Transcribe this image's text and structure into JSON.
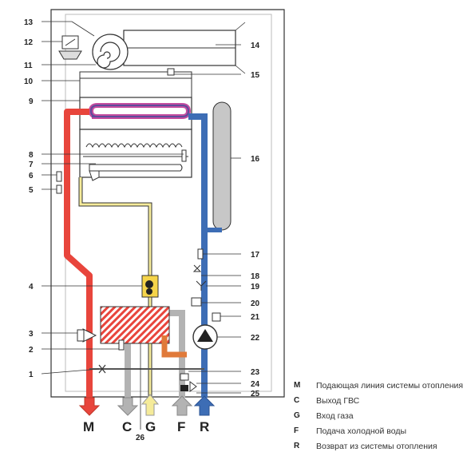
{
  "callouts": {
    "n1": "1",
    "n2": "2",
    "n3": "3",
    "n4": "4",
    "n5": "5",
    "n6": "6",
    "n7": "7",
    "n8": "8",
    "n9": "9",
    "n10": "10",
    "n11": "11",
    "n12": "12",
    "n13": "13",
    "n14": "14",
    "n15": "15",
    "n16": "16",
    "n17": "17",
    "n18": "18",
    "n19": "19",
    "n20": "20",
    "n21": "21",
    "n22": "22",
    "n23": "23",
    "n24": "24",
    "n25": "25",
    "n26": "26"
  },
  "ports": {
    "m": "M",
    "c": "C",
    "g": "G",
    "f": "F",
    "r": "R"
  },
  "legend": [
    {
      "key": "M",
      "text": "Подающая линия системы отопления"
    },
    {
      "key": "C",
      "text": "Выход ГВС"
    },
    {
      "key": "G",
      "text": "Вход газа"
    },
    {
      "key": "F",
      "text": "Подача холодной воды"
    },
    {
      "key": "R",
      "text": "Возврат из системы отопления"
    }
  ],
  "colors": {
    "supply_red": "#e8453c",
    "return_blue": "#3d6db5",
    "gas_yellow": "#f5eb9a",
    "dhw_grey": "#b3b3b3",
    "heat_orange": "#e07a3a"
  }
}
